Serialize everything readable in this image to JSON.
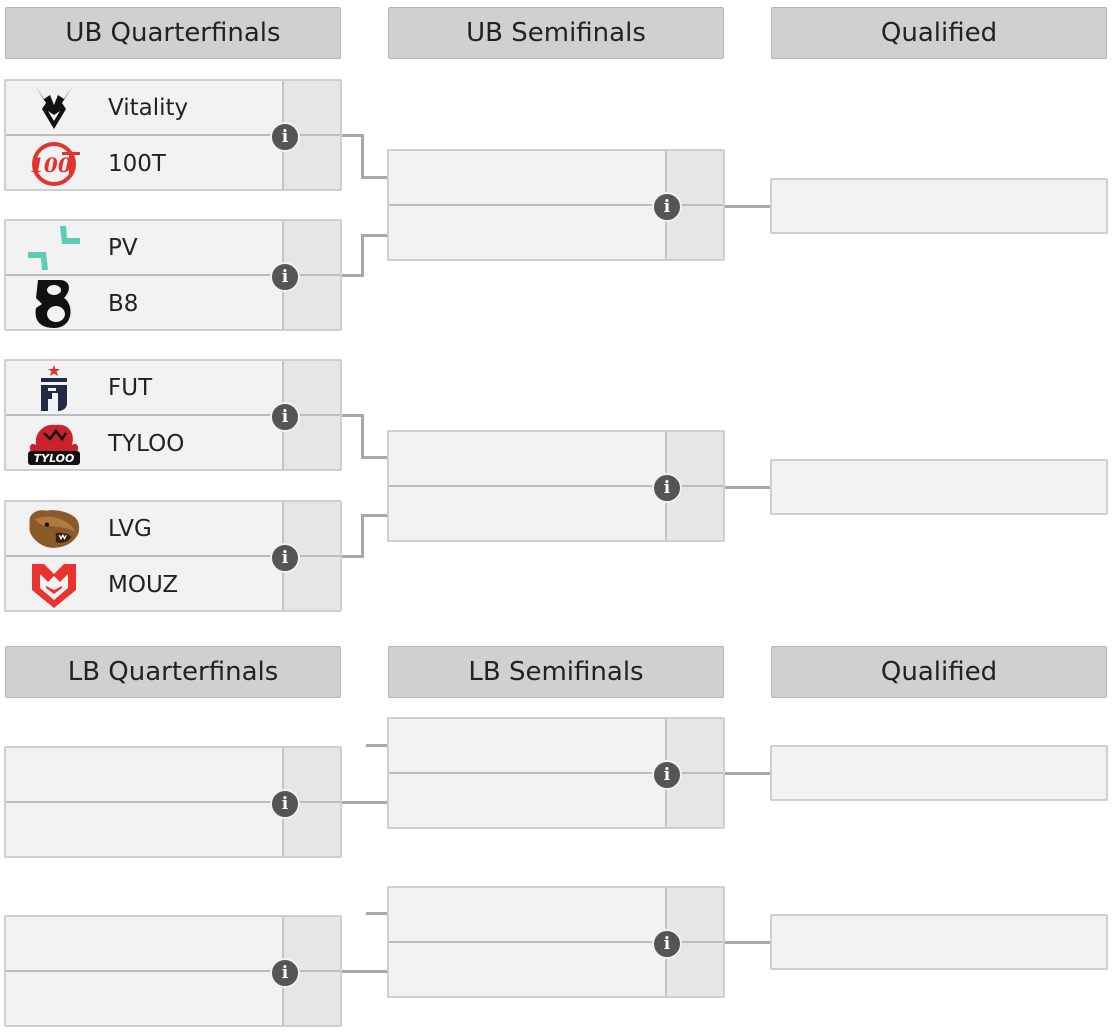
{
  "upper_bracket": {
    "headers": [
      "UB Quarterfinals",
      "UB Semifinals",
      "Qualified"
    ],
    "quarterfinals": [
      {
        "team1": {
          "name": "Vitality",
          "logo": "vitality-logo"
        },
        "team2": {
          "name": "100T",
          "logo": "100t-logo"
        }
      },
      {
        "team1": {
          "name": "PV",
          "logo": "pv-logo"
        },
        "team2": {
          "name": "B8",
          "logo": "b8-logo"
        }
      },
      {
        "team1": {
          "name": "FUT",
          "logo": "fut-logo"
        },
        "team2": {
          "name": "TYLOO",
          "logo": "tyloo-logo"
        }
      },
      {
        "team1": {
          "name": "LVG",
          "logo": "lvg-logo"
        },
        "team2": {
          "name": "MOUZ",
          "logo": "mouz-logo"
        }
      }
    ]
  },
  "lower_bracket": {
    "headers": [
      "LB Quarterfinals",
      "LB Semifinals",
      "Qualified"
    ]
  },
  "icons": {
    "info": "i",
    "info_name": "info-icon"
  },
  "colors": {
    "header_bg": "#d0d0d0",
    "cell_bg": "#f2f2f2",
    "score_bg": "#e6e6e6",
    "connector": "#a8a8a8",
    "info_icon": "#555555"
  }
}
